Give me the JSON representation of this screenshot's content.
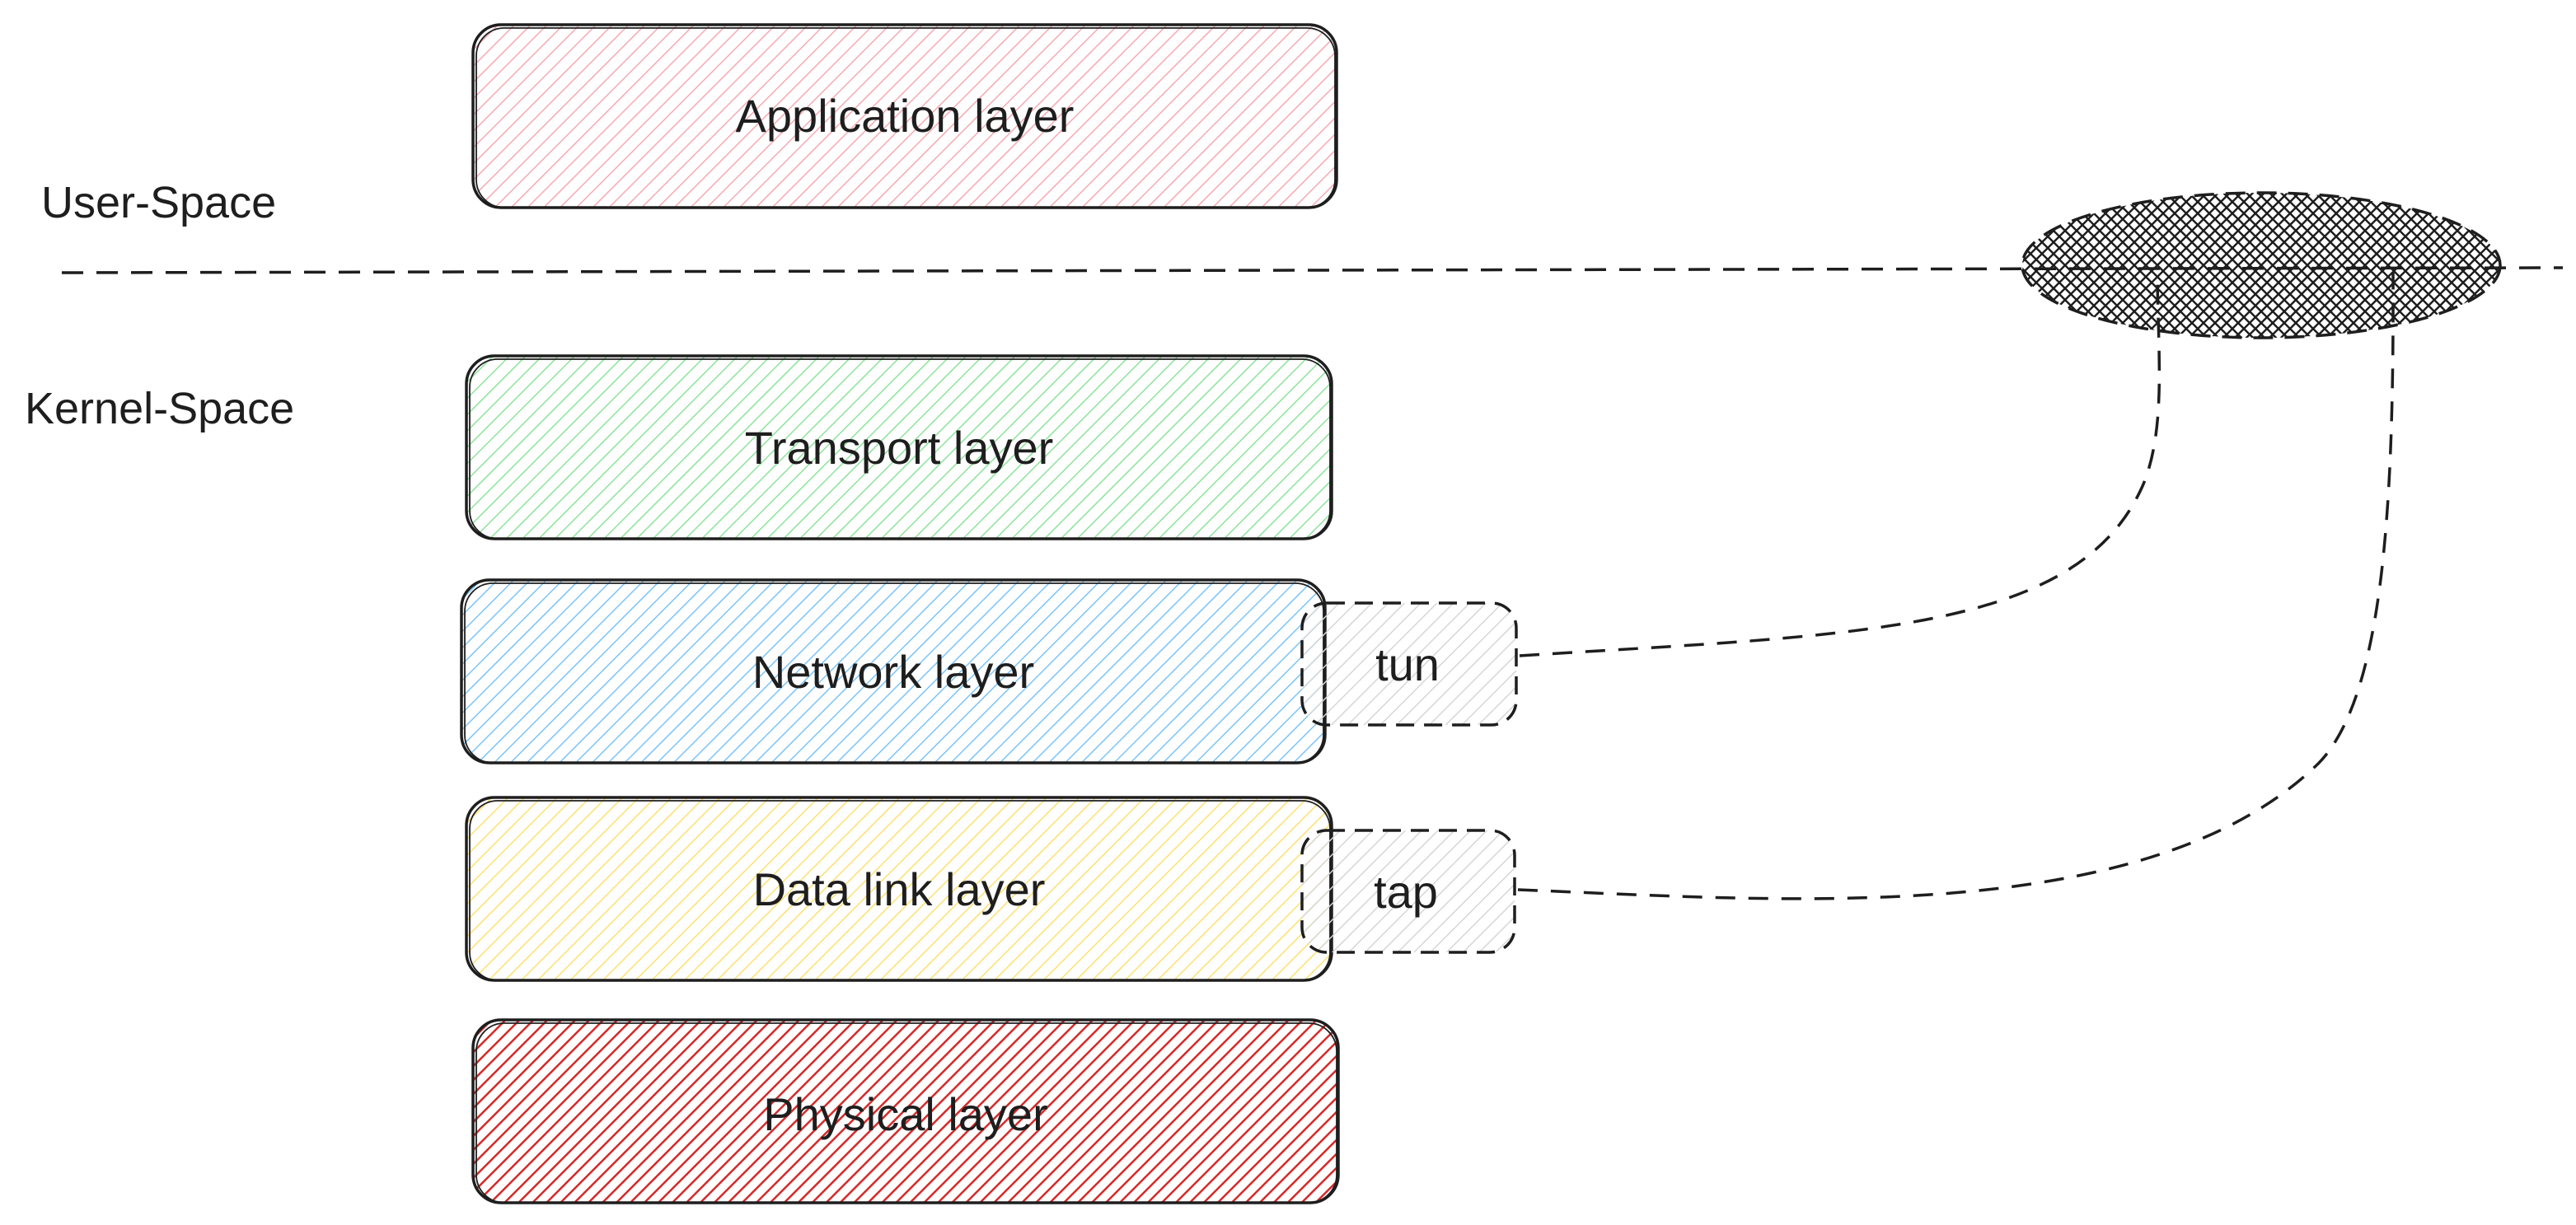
{
  "space_labels": {
    "user": "User-Space",
    "kernel": "Kernel-Space"
  },
  "layers": [
    {
      "label": "Application layer",
      "color": "#f8c7cc"
    },
    {
      "label": "Transport layer",
      "color": "#b2f2bb"
    },
    {
      "label": "Network layer",
      "color": "#a5d8ff"
    },
    {
      "label": "Data link layer",
      "color": "#ffec99"
    },
    {
      "label": "Physical layer",
      "color": "#e03131"
    }
  ],
  "interfaces": [
    {
      "label": "tun"
    },
    {
      "label": "tap"
    }
  ],
  "colors": {
    "stroke": "#1e1e1e",
    "interface_hatch": "#cfcfcf"
  }
}
